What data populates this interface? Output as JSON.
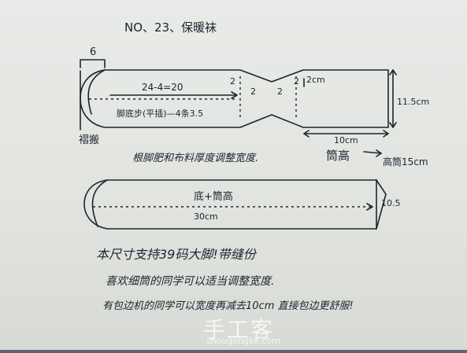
{
  "title": "NO、23、保暖袜",
  "top": {
    "width_label": "6",
    "length_label": "24-4=20",
    "sole_label": "脚底步(平插)—4条3.5",
    "edge_left": "2",
    "edge_mid": "2",
    "edge_mid2": "2",
    "edge_right": "2",
    "dim_2cm": "2cm",
    "height": "11.5cm",
    "cuff_width": "10cm",
    "cuff_name": "筒高",
    "cuff_height": "高筒15cm",
    "fold_label": "褶搬"
  },
  "note1": "根脚肥和布料厚度调整宽度.",
  "bottom": {
    "label": "底+筒高",
    "length": "30cm",
    "edge": "10.5"
  },
  "notes": [
    "本尺寸支持39码大脚!带缝份",
    "喜欢细筒的同学可以适当调整宽度.",
    "有包边机的同学可以宽度再减去10cm 直接包边更舒服!"
  ],
  "watermark": {
    "logo": "手工客",
    "site": "shougongke.com"
  }
}
